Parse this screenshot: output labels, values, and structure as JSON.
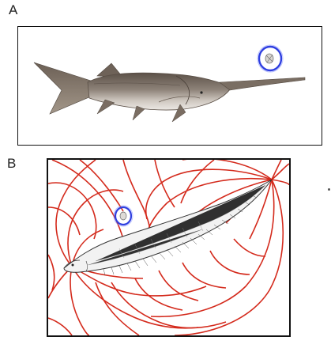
{
  "panels": [
    {
      "id": "A",
      "label": "A"
    },
    {
      "id": "B",
      "label": "B"
    }
  ],
  "colors": {
    "field_lines": "#d42a1c",
    "highlight_ring": "#2f3fe0",
    "frame": "#111111"
  },
  "icons": {
    "panelA_subject": "paddlefish-illustration",
    "panelB_subject": "electric-fish-sketch",
    "highlight": "plankton-highlight-circle"
  }
}
